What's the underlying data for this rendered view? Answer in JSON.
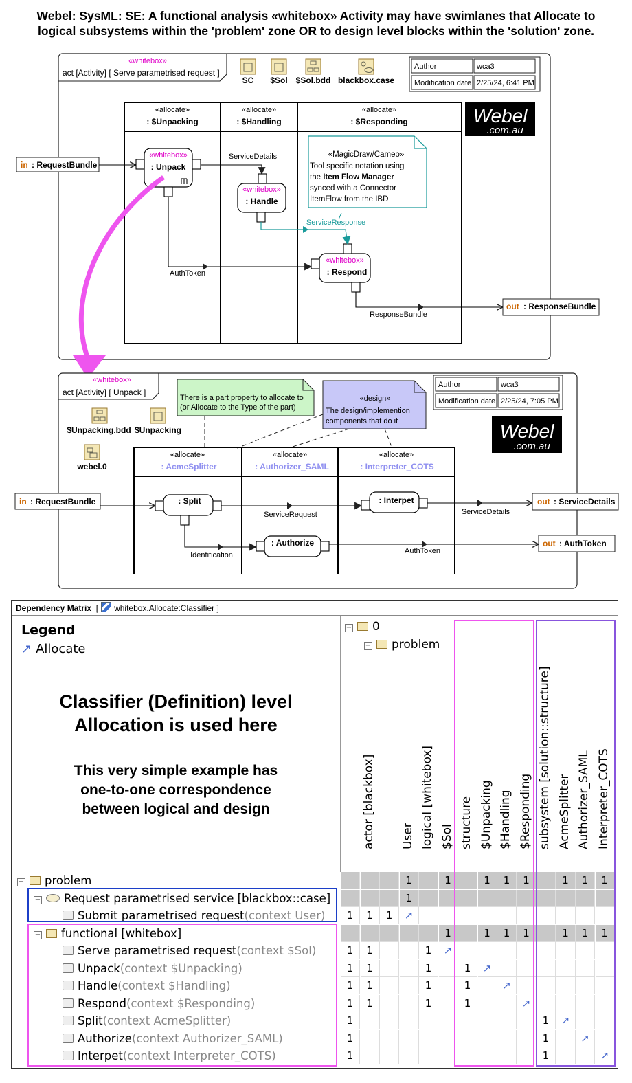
{
  "title_line1": "Webel: SysML: SE: A functional analysis «whitebox» Activity may have swimlanes that Allocate to",
  "title_line2": "logical subsystems within the 'problem' zone OR to design level blocks within the 'solution' zone.",
  "colors": {
    "stereotype": "#e000c8",
    "teal": "#1a9b9b",
    "magenta": "#ee55ee",
    "purple": "#8855dd",
    "blue": "#1c3fc8",
    "pin_out": "#cc6600",
    "note_green": "#ccf5c8",
    "note_blue": "#c8c8f8",
    "designlane": "#9090f0"
  },
  "diagram1": {
    "stereotype": "«whitebox»",
    "header": "act [Activity]  [ Serve parametrised request ]",
    "icons": [
      {
        "icon": "ibd-icon",
        "label": "SC"
      },
      {
        "icon": "ibd-icon",
        "label": "$Sol"
      },
      {
        "icon": "bdd-icon",
        "label": "$Sol.bdd"
      },
      {
        "icon": "usecase-icon",
        "label": "blackbox.case"
      }
    ],
    "author_label": "Author",
    "author_value": "wca3",
    "mod_label": "Modification date",
    "mod_value": "2/25/24, 6:41 PM",
    "logo_top": "Webel",
    "logo_bottom": ".com.au",
    "lane_stereotype": "«allocate»",
    "lanes": [
      ": $Unpacking",
      ": $Handling",
      ": $Responding"
    ],
    "actions": [
      ": Unpack",
      ": Handle",
      ": Respond"
    ],
    "in_kw": "in",
    "in_param": ": RequestBundle",
    "out_kw": "out",
    "out_param": ": ResponseBundle",
    "flows": [
      "ServiceDetails",
      "AuthToken",
      "ServiceResponse",
      "ResponseBundle"
    ],
    "note": [
      "«MagicDraw/Cameo»",
      "Tool specific notation using",
      "the ",
      "Item Flow Manager",
      "synced with a Connector",
      "ItemFlow from the  IBD"
    ]
  },
  "diagram2": {
    "stereotype": "«whitebox»",
    "header": "act [Activity]  [ Unpack ]",
    "icons": [
      {
        "icon": "bdd-icon",
        "label": "$Unpacking.bdd"
      },
      {
        "icon": "ibd-icon",
        "label": "$Unpacking"
      },
      {
        "icon": "package-diagram-icon",
        "label": "webel.0"
      }
    ],
    "author_label": "Author",
    "author_value": "wca3",
    "mod_label": "Modification date",
    "mod_value": "2/25/24, 7:05 PM",
    "logo_top": "Webel",
    "logo_bottom": ".com.au",
    "note_green": [
      "There is a part property to allocate to",
      "(or Allocate to the Type of the part)"
    ],
    "note_blue": [
      "«design»",
      "The design/implemention",
      "components that do it"
    ],
    "lane_stereotype": "«allocate»",
    "lanes": [
      ": AcmeSplitter",
      ": Authorizer_SAML",
      ": Interpreter_COTS"
    ],
    "actions": [
      ": Split",
      ": Interpet",
      ": Authorize"
    ],
    "in_kw": "in",
    "in_param": ": RequestBundle",
    "outs": [
      {
        "kw": "out",
        "param": ": ServiceDetails"
      },
      {
        "kw": "out",
        "param": ": AuthToken"
      }
    ],
    "flows": [
      "ServiceRequest",
      "ServiceDetails",
      "Identification",
      "AuthToken"
    ]
  },
  "matrix": {
    "title": "Dependency Matrix",
    "title_ref": "whitebox.Allocate:Classifier",
    "legend_title": "Legend",
    "legend_item": "Allocate",
    "heading": [
      "Classifier (Definition) level",
      "Allocation is used here"
    ],
    "subheading": [
      "This very simple example has",
      "one-to-one correspondence",
      "between logical and design"
    ],
    "col_groups": {
      "root": "0",
      "problem": "problem"
    },
    "columns": [
      "actor [blackbox]",
      "logical [whitebox]",
      "User",
      "$Sol",
      "structure",
      "$Unpacking",
      "$Handling",
      "$Responding",
      "subsystem [solution::structure]",
      "AcmeSplitter",
      "Authorizer_SAML",
      "Interpreter_COTS"
    ],
    "rows": [
      {
        "label": "problem",
        "ctx": "",
        "indent": 0,
        "kind": "pkg"
      },
      {
        "label": "Request parametrised service [blackbox::case]",
        "ctx": "",
        "indent": 1,
        "kind": "usecase"
      },
      {
        "label": "Submit parametrised request",
        "ctx": "(context User)",
        "indent": 2,
        "kind": "op"
      },
      {
        "label": "functional [whitebox]",
        "ctx": "",
        "indent": 1,
        "kind": "pkg"
      },
      {
        "label": "Serve parametrised request",
        "ctx": "(context $Sol)",
        "indent": 2,
        "kind": "op"
      },
      {
        "label": "Unpack",
        "ctx": "(context $Unpacking)",
        "indent": 2,
        "kind": "op"
      },
      {
        "label": "Handle",
        "ctx": "(context $Handling)",
        "indent": 2,
        "kind": "op"
      },
      {
        "label": "Respond",
        "ctx": "(context $Responding)",
        "indent": 2,
        "kind": "op"
      },
      {
        "label": "Split",
        "ctx": "(context AcmeSplitter)",
        "indent": 2,
        "kind": "op"
      },
      {
        "label": "Authorize",
        "ctx": "(context Authorizer_SAML)",
        "indent": 2,
        "kind": "op"
      },
      {
        "label": "Interpet",
        "ctx": "(context Interpreter_COTS)",
        "indent": 2,
        "kind": "op"
      }
    ],
    "one": "1",
    "arrow": "↗"
  }
}
